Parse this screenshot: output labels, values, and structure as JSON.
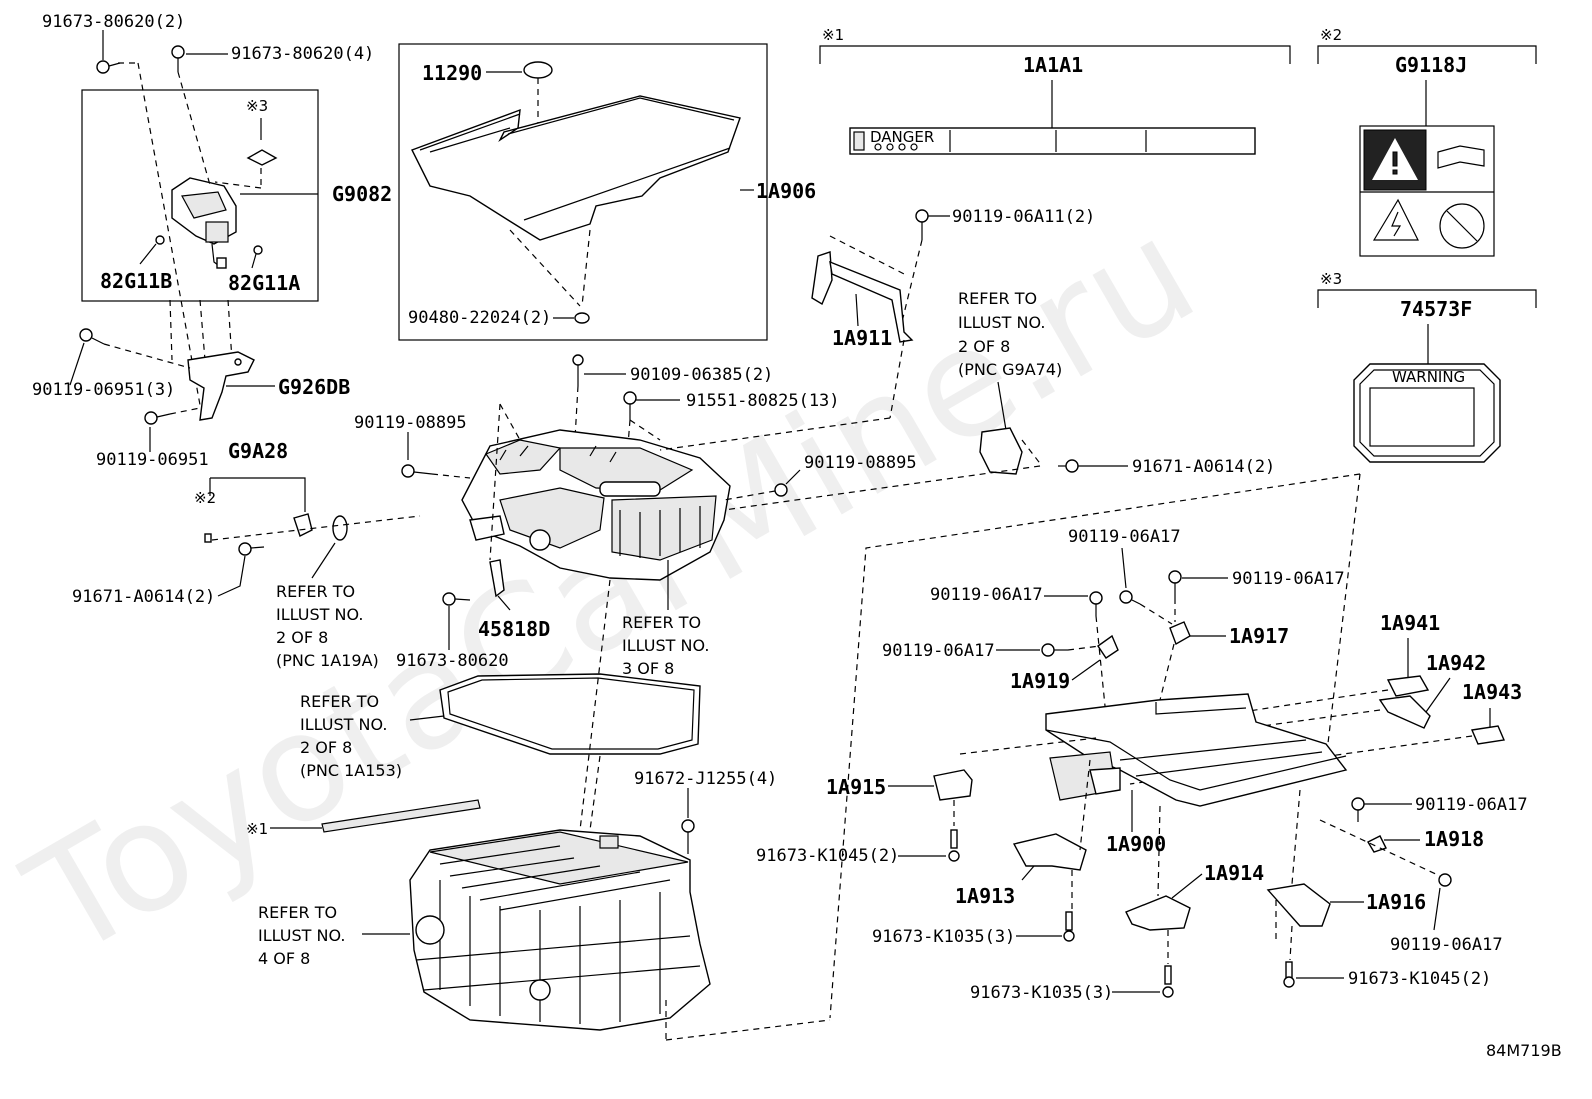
{
  "watermark": "ToyotaCarMine.ru",
  "diagram_code": "84M719B",
  "markers": {
    "m1": "※1",
    "m2": "※2",
    "m3": "※3"
  },
  "labels": {
    "91673-80620-2": "91673-80620(2)",
    "91673-80620-4": "91673-80620(4)",
    "11290": "11290",
    "1A906": "1A906",
    "G9082": "G9082",
    "82G11B": "82G11B",
    "82G11A": "82G11A",
    "90480-22024": "90480-22024(2)",
    "90119-06951-3": "90119-06951(3)",
    "G926DB": "G926DB",
    "90119-06951": "90119-06951",
    "G9A28": "G9A28",
    "91671-A0614-L": "91671-A0614(2)",
    "90119-08895-A": "90119-08895",
    "90109-06385": "90109-06385(2)",
    "91551-80825": "91551-80825(13)",
    "90119-08895-B": "90119-08895",
    "45818D": "45818D",
    "91673-80620-c": "91673-80620",
    "1A1A1": "1A1A1",
    "G9118J": "G9118J",
    "74573F": "74573F",
    "90119-06A11": "90119-06A11(2)",
    "1A911": "1A911",
    "91671-A0614-R": "91671-A0614(2)",
    "90119-06A17-a": "90119-06A17",
    "90119-06A17-b": "90119-06A17",
    "90119-06A17-c": "90119-06A17",
    "90119-06A17-d": "90119-06A17",
    "90119-06A17-e": "90119-06A17",
    "90119-06A17-f": "90119-06A17",
    "1A917": "1A917",
    "1A919": "1A919",
    "1A941": "1A941",
    "1A942": "1A942",
    "1A943": "1A943",
    "1A915": "1A915",
    "1A900": "1A900",
    "1A918": "1A918",
    "1A913": "1A913",
    "1A914": "1A914",
    "1A916": "1A916",
    "91672-J1255": "91672-J1255(4)",
    "91673-K1045-L": "91673-K1045(2)",
    "91673-K1035-L": "91673-K1035(3)",
    "91673-K1035-B": "91673-K1035(3)",
    "91673-K1045-R": "91673-K1045(2)"
  },
  "references": {
    "r1": [
      "REFER TO",
      "ILLUST NO.",
      "2 OF 8",
      "(PNC G9A74)"
    ],
    "r2": [
      "REFER TO",
      "ILLUST NO.",
      "2 OF 8",
      "(PNC 1A19A)"
    ],
    "r3": [
      "REFER TO",
      "ILLUST NO.",
      "3 OF 8"
    ],
    "r4": [
      "REFER TO",
      "ILLUST NO.",
      "2 OF 8",
      "(PNC 1A153)"
    ],
    "r5": [
      "REFER TO",
      "ILLUST NO.",
      "4 OF 8"
    ]
  },
  "label_texts": {
    "danger": "DANGER",
    "warning": "WARNING"
  }
}
